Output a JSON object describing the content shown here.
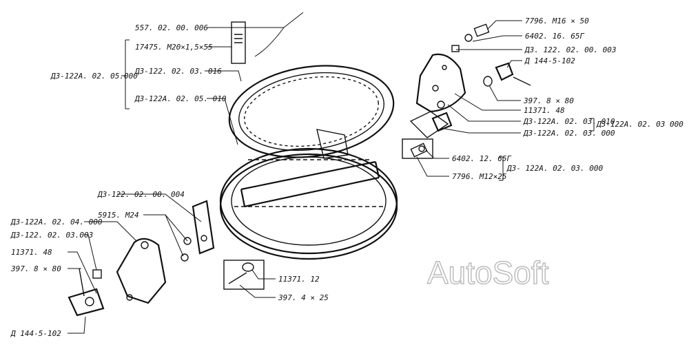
{
  "labels": {
    "l01": "557. 02. 00. 006",
    "l02": "17475. M20×1,5×55",
    "l03": "Д3-122А. 02. 05.000",
    "l04": "Д3-122. 02. 03. 016",
    "l05": "Д3-122А. 02. 05. 010",
    "l06": "7796. М16 × 50",
    "l07": "6402. 16. 65Г",
    "l08": "Д3. 122. 02. 00. 003",
    "l09": "Д 144-5-102",
    "l10": "397. 8 × 80",
    "l11": "11371. 48",
    "l12": "Д3-122А. 02. 03. 010",
    "l13": "Д3-122А. 02. 03 000",
    "l14": "Д3-122А. 02. 03. 000",
    "l15": "6402. 12. 65Г",
    "l16": "7796. М12×25",
    "l17": "Д3- 122А. 02. 03. 000",
    "l18": "Д3-122. 02. 00. 004",
    "l19": "5915. М24",
    "l20": "Д3-122А. 02. 04. 000",
    "l21": "Д3-122. 02. 03.003",
    "l22": "11371. 48",
    "l23": "397. 8 × 80",
    "l24": "11371. 12",
    "l25": "397. 4 × 25",
    "l26": "Д 144-5-102"
  },
  "watermark": "AutoSoft",
  "colors": {
    "ink": "#111111",
    "watermark_outline": "#b8b8b8",
    "background": "#ffffff"
  }
}
